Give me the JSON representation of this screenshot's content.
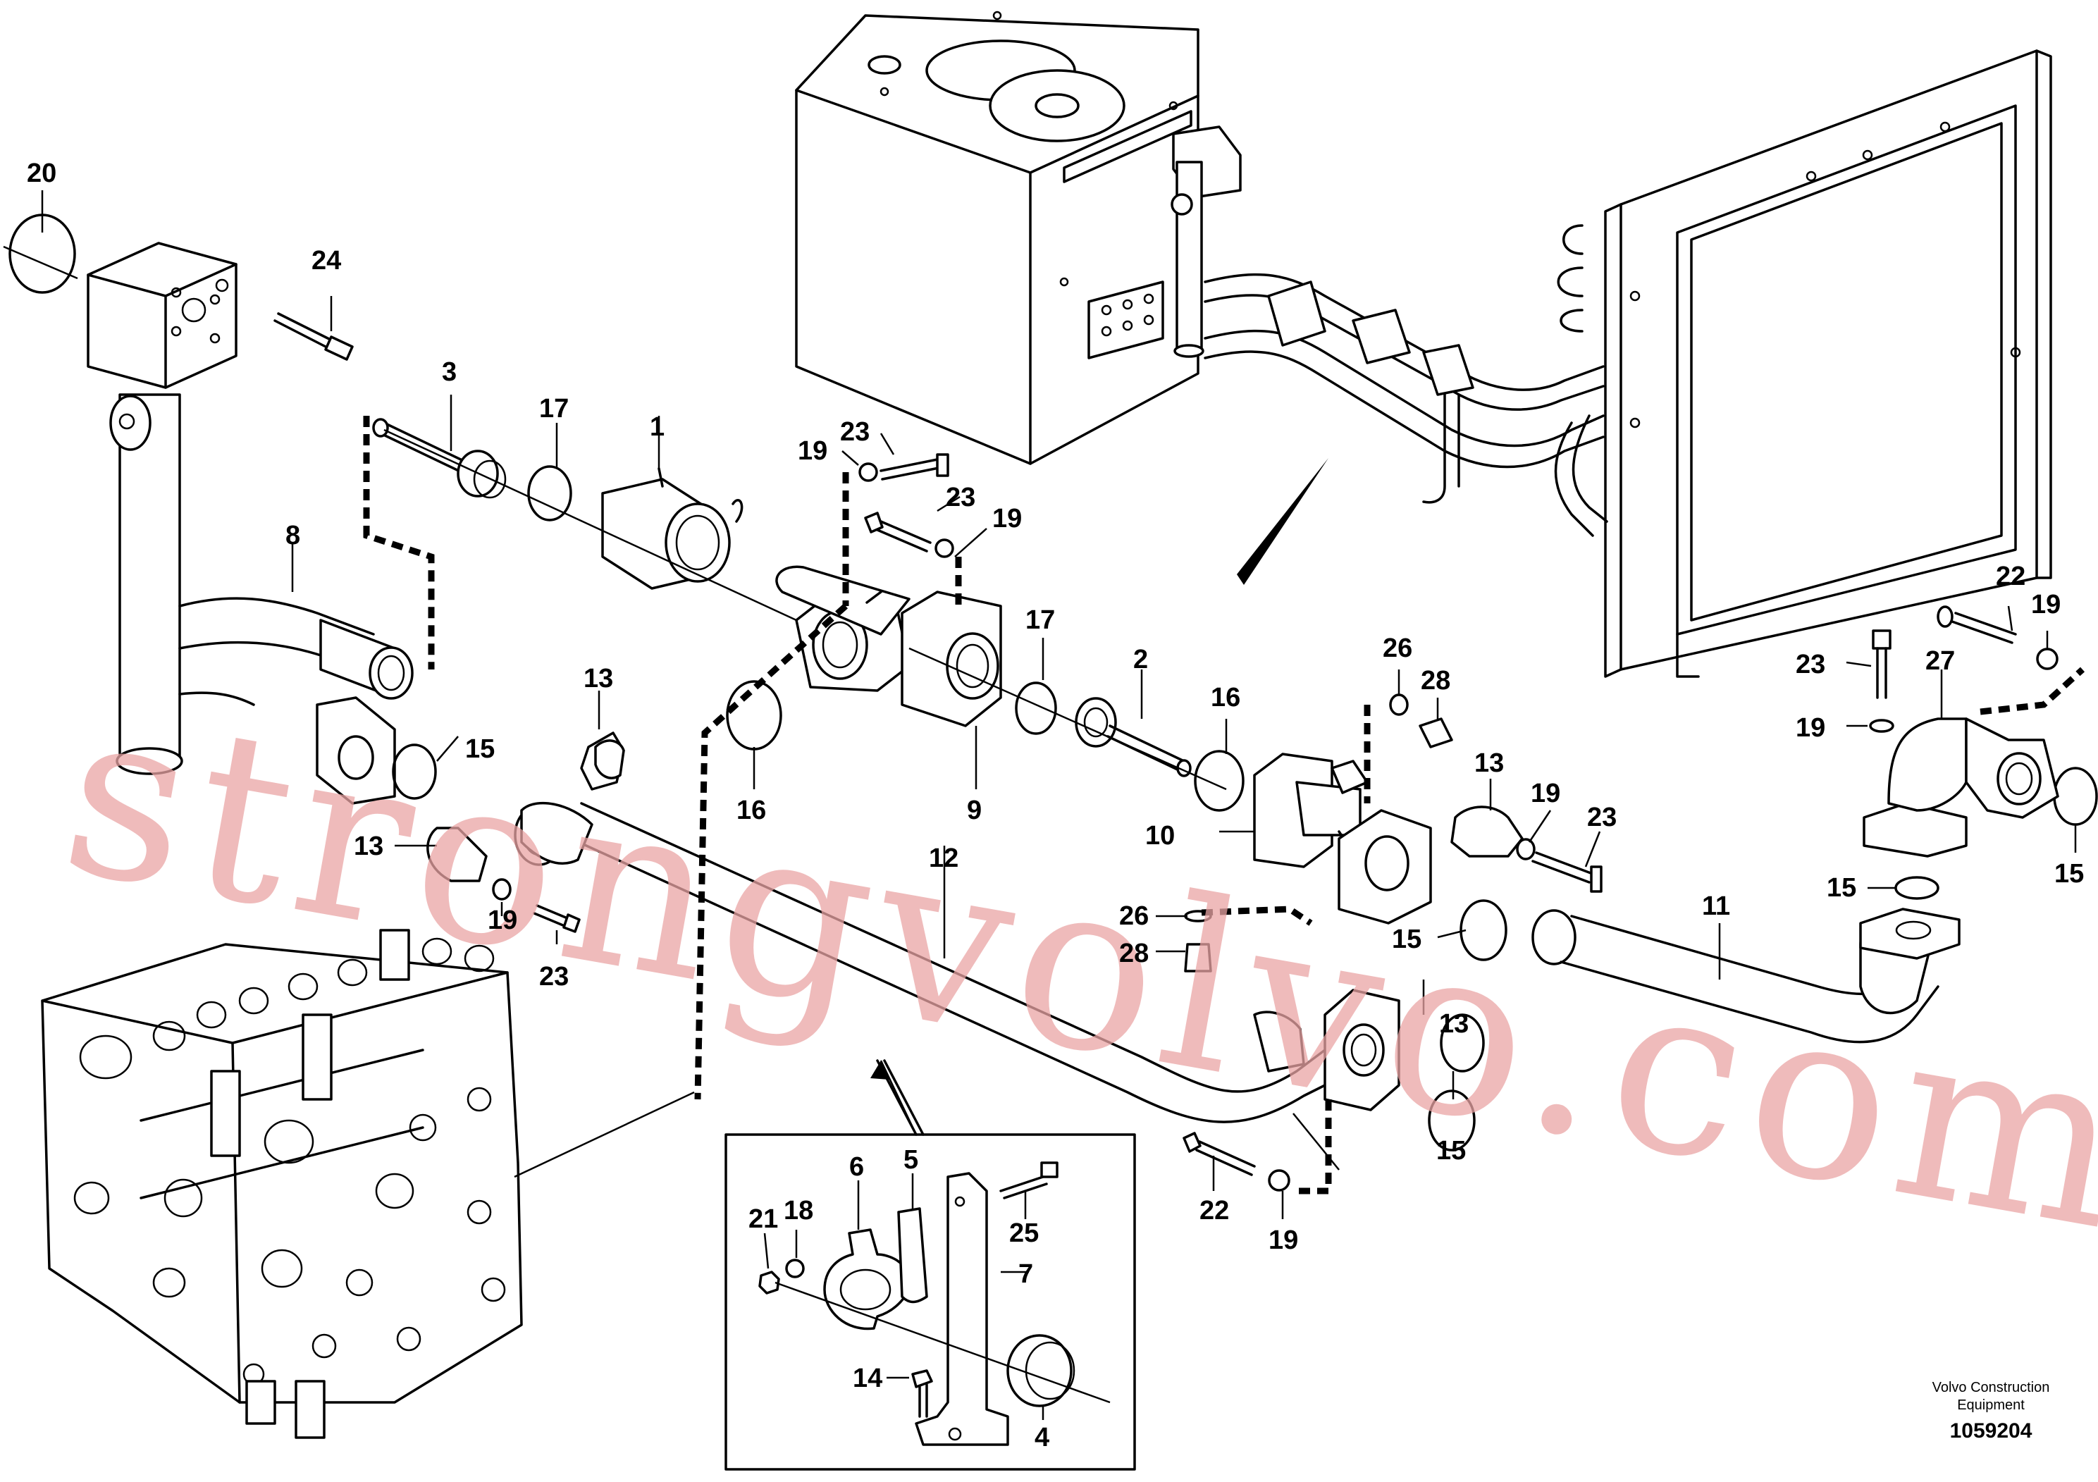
{
  "watermark": "strongvolvo.com",
  "caption": {
    "line1": "Volvo Construction",
    "line2": "Equipment",
    "document_number": "1059204"
  },
  "callouts": [
    "20",
    "24",
    "3",
    "17",
    "1",
    "23",
    "19",
    "23",
    "19",
    "8",
    "17",
    "2",
    "26",
    "28",
    "13",
    "16",
    "9",
    "16",
    "22",
    "19",
    "27",
    "23",
    "19",
    "15",
    "13",
    "19",
    "23",
    "13",
    "10",
    "12",
    "26",
    "28",
    "15",
    "11",
    "15",
    "19",
    "23",
    "13",
    "15",
    "15",
    "22",
    "19",
    "6",
    "5",
    "25",
    "21",
    "18",
    "7",
    "14",
    "4"
  ]
}
